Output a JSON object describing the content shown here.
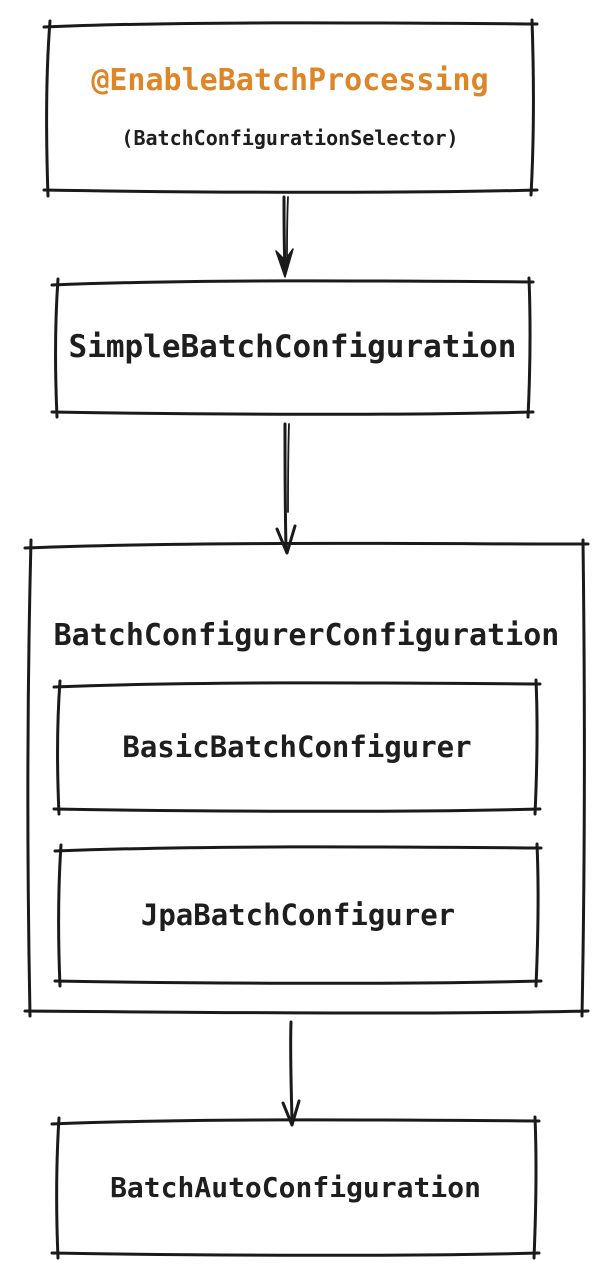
{
  "colors": {
    "accent_orange": "#dd8527",
    "stroke_black": "#1a1a1a",
    "background": "#ffffff"
  },
  "diagram": {
    "type": "flowchart",
    "nodes": [
      {
        "id": "enable-batch-processing",
        "label": "@EnableBatchProcessing",
        "sublabel": "(BatchConfigurationSelector)",
        "label_color": "#dd8527"
      },
      {
        "id": "simple-batch-configuration",
        "label": "SimpleBatchConfiguration"
      },
      {
        "id": "batch-configurer-configuration",
        "label": "BatchConfigurerConfiguration",
        "children": [
          {
            "id": "basic-batch-configurer",
            "label": "BasicBatchConfigurer"
          },
          {
            "id": "jpa-batch-configurer",
            "label": "JpaBatchConfigurer"
          }
        ]
      },
      {
        "id": "batch-auto-configuration",
        "label": "BatchAutoConfiguration"
      }
    ],
    "edges": [
      {
        "from": "enable-batch-processing",
        "to": "simple-batch-configuration",
        "style": "arrow-down"
      },
      {
        "from": "simple-batch-configuration",
        "to": "batch-configurer-configuration",
        "style": "arrow-down"
      },
      {
        "from": "batch-configurer-configuration",
        "to": "batch-auto-configuration",
        "style": "arrow-down"
      }
    ]
  }
}
